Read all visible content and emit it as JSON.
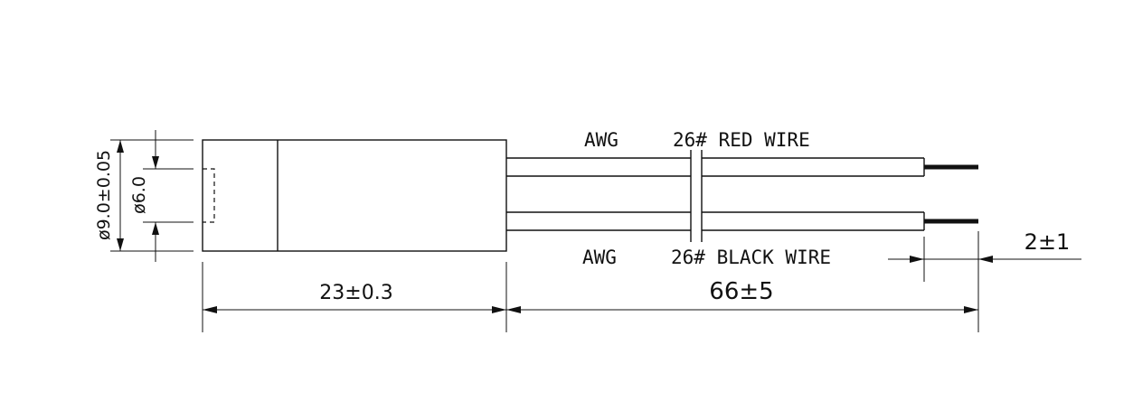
{
  "wires": {
    "red": {
      "awg_label": "AWG",
      "spec_label": "26# RED WIRE"
    },
    "black": {
      "awg_label": "AWG",
      "spec_label": "26# BLACK WIRE"
    }
  },
  "dimensions": {
    "outer_diameter": "ø9.0±0.05",
    "inner_diameter": "ø6.0",
    "body_length": "23±0.3",
    "wire_length": "66±5",
    "strip_length": "2±1"
  },
  "colors": {
    "line": "#111111",
    "background": "#ffffff"
  }
}
